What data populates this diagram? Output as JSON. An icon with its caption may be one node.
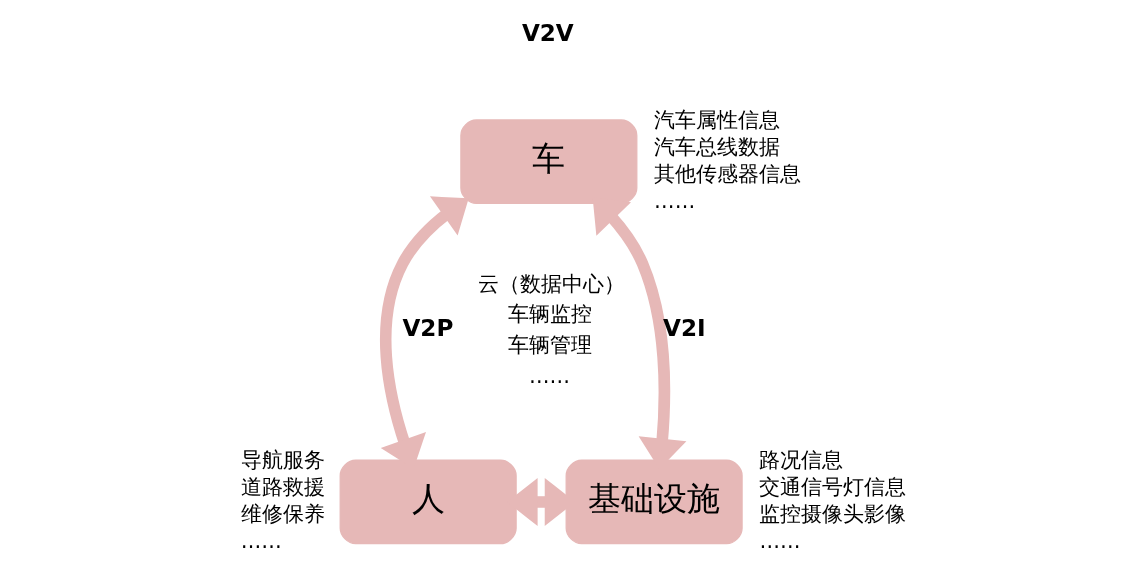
{
  "diagram": {
    "nodes": [
      {
        "text": [
          "车"
        ],
        "beside": [
          "V2V",
          "汽车属性信息",
          "汽车总线数据",
          "其他传感器信息",
          "……"
        ]
      },
      {
        "text": [
          "人"
        ],
        "beside": [
          "导航服务",
          "道路救援",
          "维修保养",
          "……"
        ]
      },
      {
        "text": [
          "基础设施"
        ],
        "beside": [
          "路况信息",
          "交通信号灯信息",
          "监控摄像头影像",
          "……"
        ]
      }
    ],
    "edges": [
      {
        "from": 0,
        "to": 1,
        "arrow": "both",
        "label": "V2P"
      },
      {
        "from": 0,
        "to": 2,
        "arrow": "both",
        "label": "V2I"
      },
      {
        "from": 1,
        "to": 2,
        "arrow": "both"
      }
    ],
    "labels": [
      "云（数据中心）",
      "车辆监控",
      "车辆管理",
      "……"
    ]
  }
}
